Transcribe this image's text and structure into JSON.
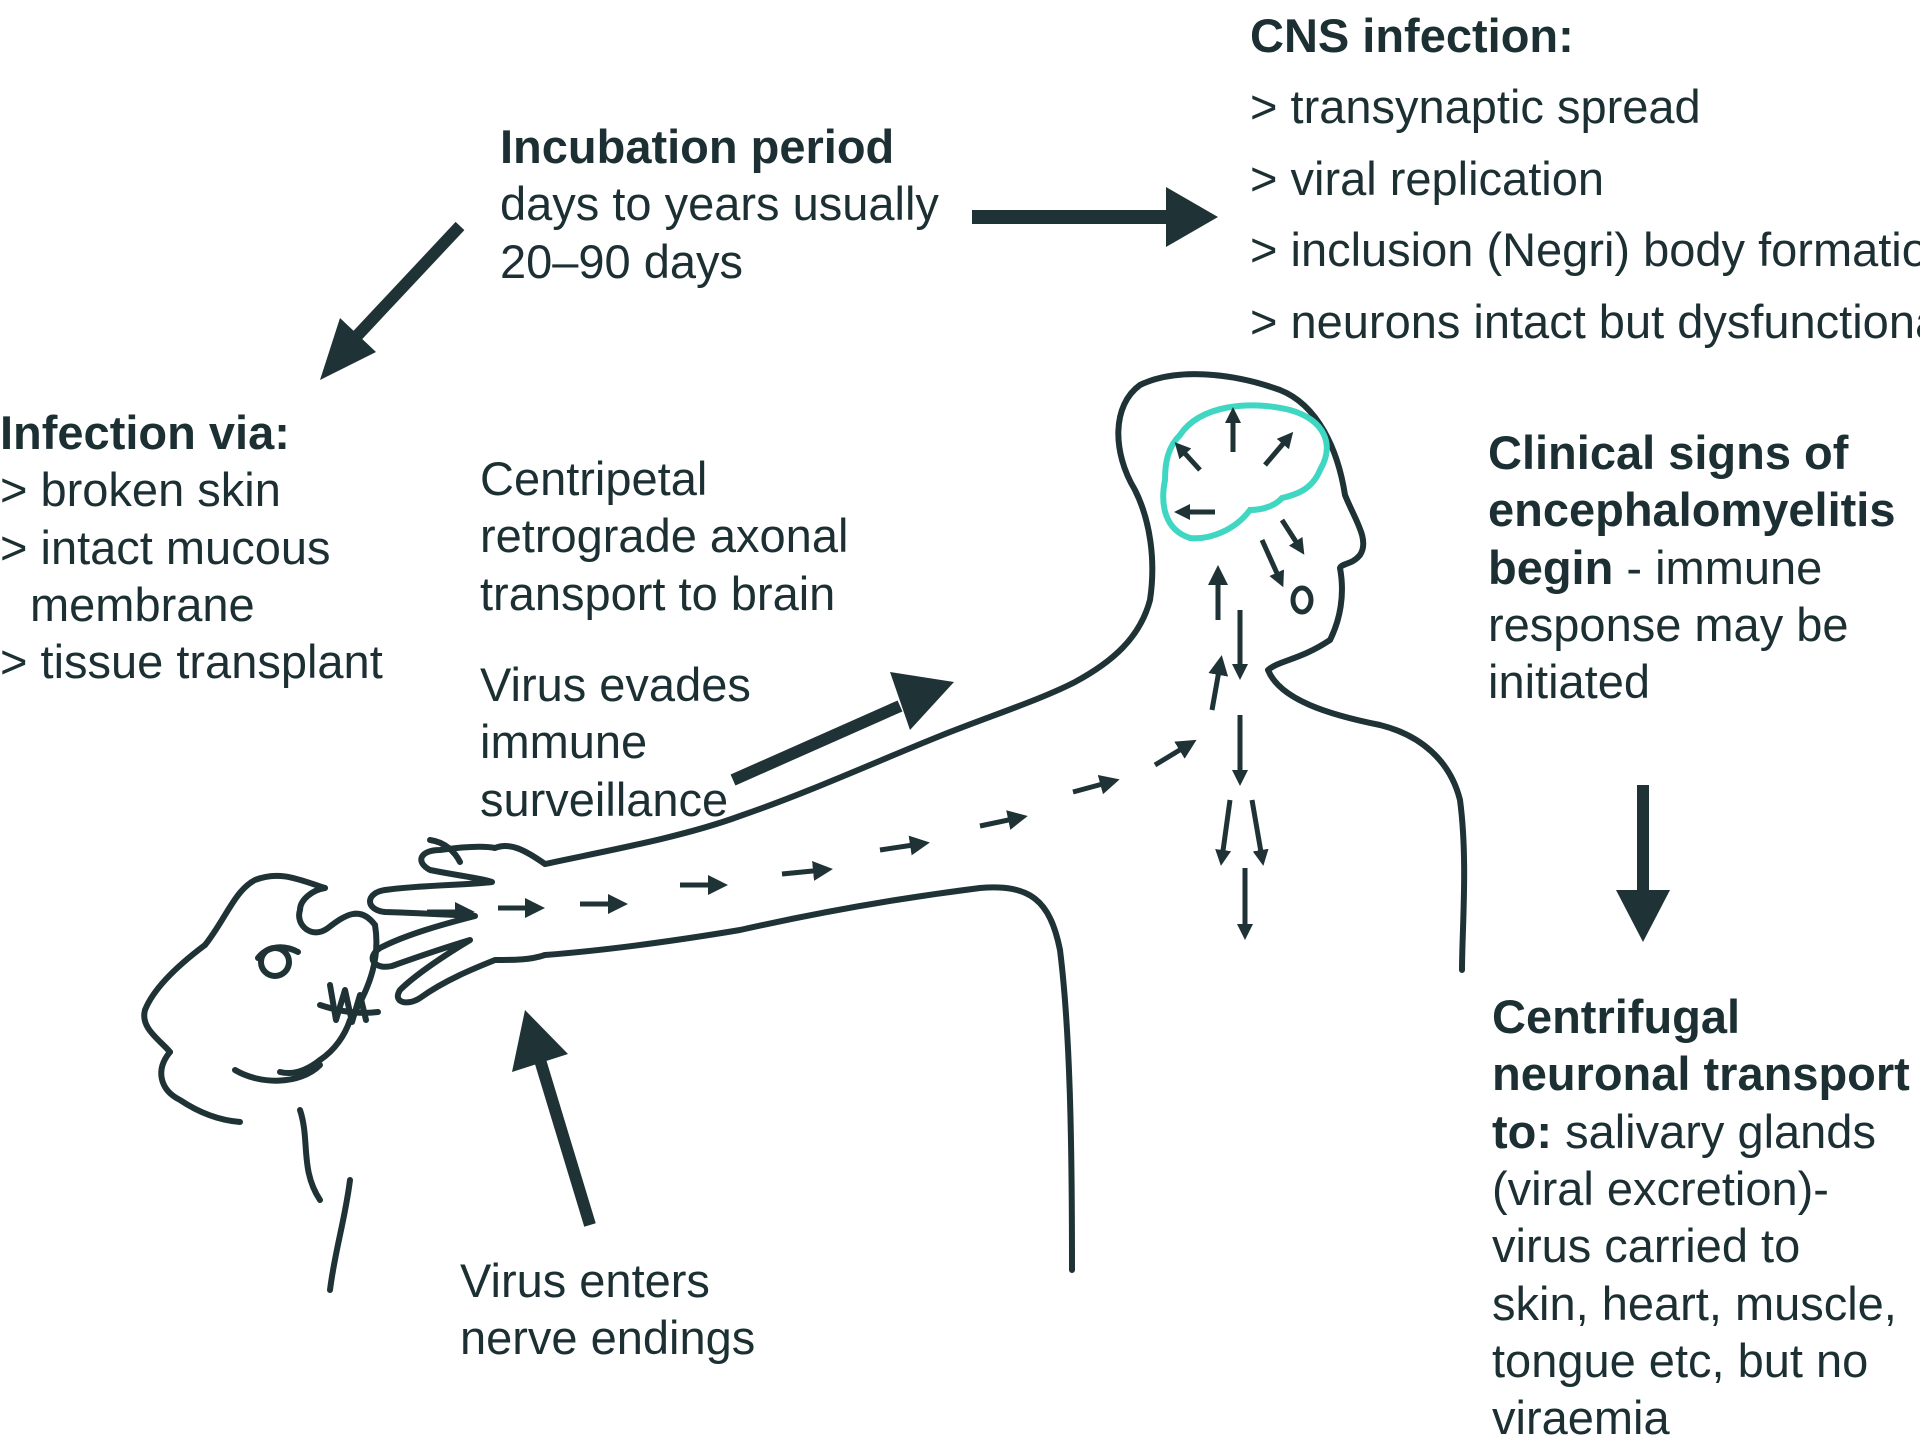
{
  "incubation": {
    "heading": "Incubation period",
    "lines": [
      "days to years usually",
      "20–90 days"
    ]
  },
  "cns": {
    "heading": "CNS infection:",
    "items": [
      "> transynaptic spread",
      "> viral replication",
      "> inclusion (Negri) body formation",
      "> neurons intact but dysfunctional"
    ]
  },
  "infection_via": {
    "heading": "Infection via:",
    "items": [
      "> broken skin",
      "> intact mucous",
      "membrane",
      "> tissue transplant"
    ]
  },
  "centripetal": {
    "lines": [
      "Centripetal",
      "retrograde axonal",
      "transport to brain"
    ]
  },
  "evades": {
    "lines": [
      "Virus evades",
      "immune",
      "surveillance"
    ]
  },
  "clinical": {
    "bold_lines": [
      "Clinical signs of",
      "encephalomyelitis"
    ],
    "bold_word": "begin",
    "rest": " - immune",
    "lines": [
      "response may be",
      "initiated"
    ]
  },
  "centrifugal": {
    "bold_lines": [
      "Centrifugal",
      "neuronal transport"
    ],
    "bold_word": "to:",
    "rest": " salivary glands",
    "lines": [
      "(viral excretion)-",
      "virus carried to",
      "skin, heart, muscle,",
      "tongue etc, but no",
      "viraemia"
    ]
  },
  "nerve": {
    "lines": [
      "Virus enters",
      "nerve endings"
    ]
  },
  "colors": {
    "ink": "#1f3336",
    "brain": "#3fd6c2"
  }
}
